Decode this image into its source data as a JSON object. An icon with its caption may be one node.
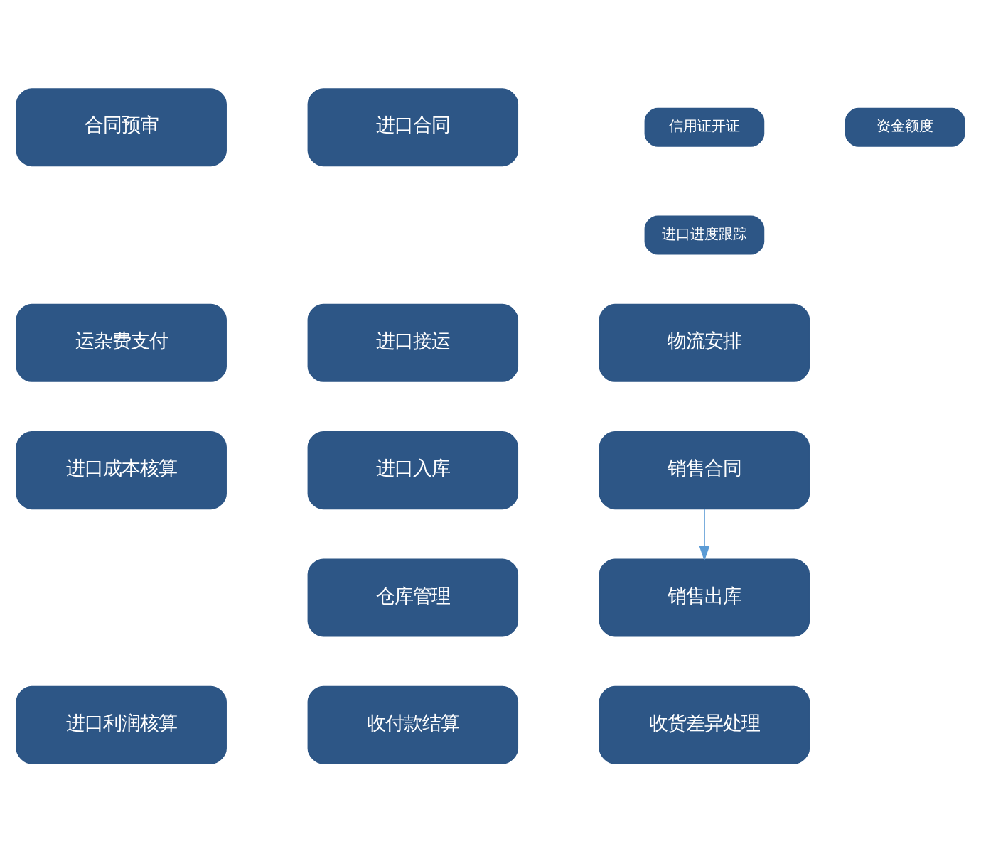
{
  "diagram": {
    "nodes": [
      {
        "text": [
          "合同预审"
        ]
      },
      {
        "text": [
          "进口合同"
        ]
      },
      {
        "text": [
          "信用证开证"
        ]
      },
      {
        "text": [
          "资金额度"
        ]
      },
      {
        "text": [
          "进口进度跟踪"
        ]
      },
      {
        "text": [
          "运杂费支付"
        ]
      },
      {
        "text": [
          "进口接运"
        ]
      },
      {
        "text": [
          "物流安排"
        ]
      },
      {
        "text": [
          "进口成本核算"
        ]
      },
      {
        "text": [
          "进口入库"
        ]
      },
      {
        "text": [
          "销售合同"
        ]
      },
      {
        "text": [
          "仓库管理"
        ]
      },
      {
        "text": [
          "销售出库"
        ]
      },
      {
        "text": [
          "进口利润核算"
        ]
      },
      {
        "text": [
          "收付款结算"
        ]
      },
      {
        "text": [
          "收货差异处理"
        ]
      }
    ],
    "edges": [
      {
        "from": 10,
        "to": 12,
        "arrow": "to"
      }
    ]
  }
}
